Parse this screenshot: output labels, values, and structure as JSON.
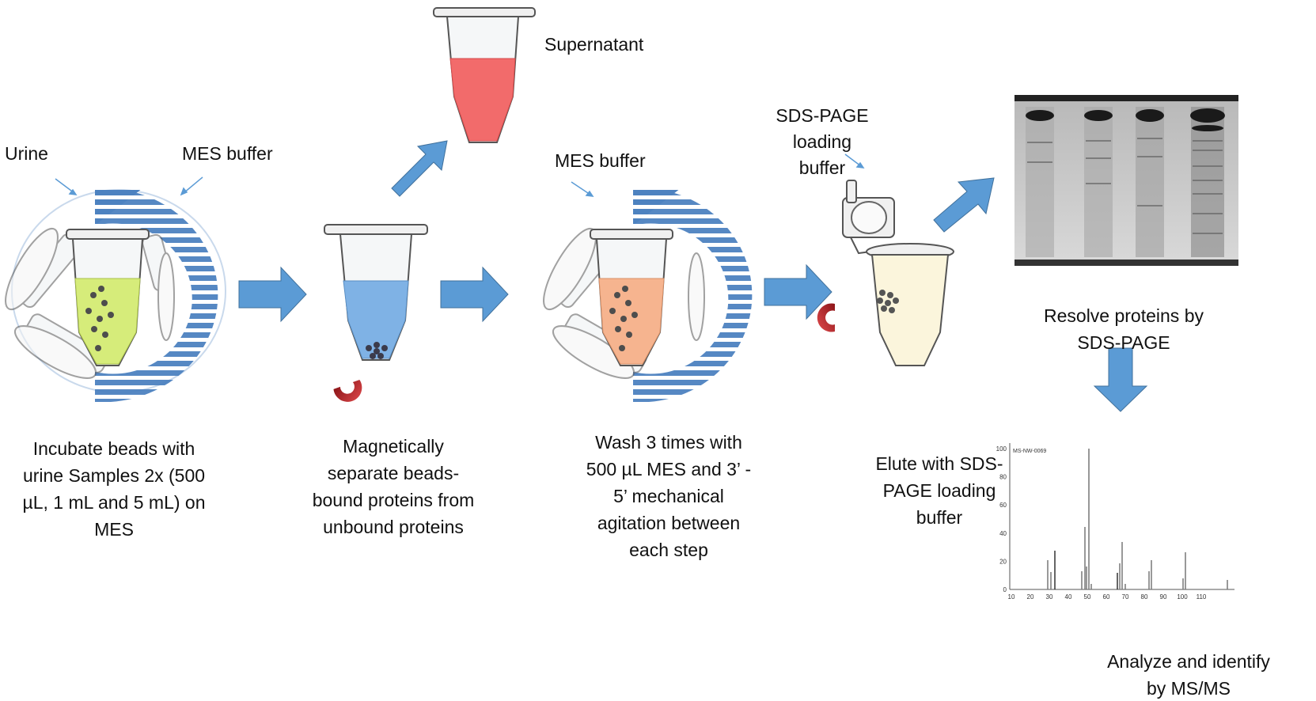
{
  "labels": {
    "urine": "Urine",
    "mes_buffer_1": "MES buffer",
    "supernatant": "Supernatant",
    "mes_buffer_2": "MES buffer",
    "sds_loading_1": "SDS-PAGE",
    "sds_loading_2": "loading",
    "sds_loading_3": "buffer"
  },
  "steps": {
    "incubate": [
      "Incubate beads with",
      "urine Samples 2x (500",
      "µL, 1 mL and 5 mL) on",
      "MES"
    ],
    "separate": [
      "Magnetically",
      "separate beads-",
      "bound proteins from",
      "unbound proteins"
    ],
    "wash": [
      "Wash 3 times with",
      "500 µL MES and 3’ -",
      "5’ mechanical",
      "agitation between",
      "each step"
    ],
    "elute": [
      "Elute with SDS-",
      "PAGE loading",
      "buffer"
    ],
    "resolve": [
      "Resolve proteins by",
      "SDS-PAGE"
    ],
    "analyze": [
      "Analyze and identify",
      "by MS/MS"
    ]
  },
  "spectrum": {
    "header": "MS-NW-0069",
    "y_ticks": [
      "100",
      "80",
      "60",
      "40",
      "20",
      "0"
    ],
    "x_ticks": [
      "10",
      "20",
      "30",
      "40",
      "50",
      "60",
      "70",
      "80",
      "90",
      "100",
      "110"
    ]
  },
  "colors": {
    "arrow_blue": "#5b9bd5",
    "tube_green": "#d6ec7a",
    "tube_blue": "#7fb2e5",
    "tube_red": "#f26b6b",
    "tube_orange": "#f6b48f",
    "tube_cream": "#fbf5dc",
    "magnet_red": "#c0282b"
  }
}
